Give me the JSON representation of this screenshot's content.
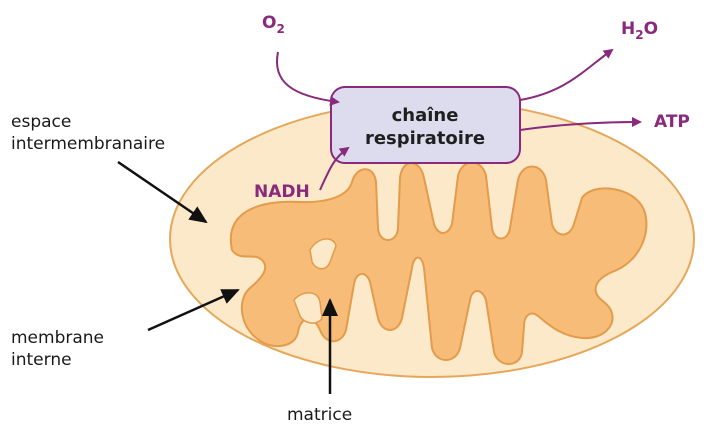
{
  "diagram": {
    "colors": {
      "outer_membrane_fill": "#fbe9c9",
      "outer_membrane_stroke": "#e6a75a",
      "inner_membrane_fill": "#f7bd78",
      "inner_membrane_stroke": "#e39b4c",
      "box_fill": "#dcdcee",
      "box_stroke": "#8a2a7c",
      "arrow_purple": "#8a2a7c",
      "arrow_black": "#111111"
    },
    "box": {
      "line1": "chaîne",
      "line2": "respiratoire"
    },
    "molecules": {
      "o2": {
        "base": "O",
        "sub": "2"
      },
      "h2o": {
        "base": "H",
        "sub": "2",
        "tail": "O"
      },
      "atp": "ATP",
      "nadh": "NADH"
    },
    "labels": {
      "espace_line1": "espace",
      "espace_line2": "intermembranaire",
      "membrane_line1": "membrane",
      "membrane_line2": "interne",
      "matrice": "matrice"
    }
  }
}
